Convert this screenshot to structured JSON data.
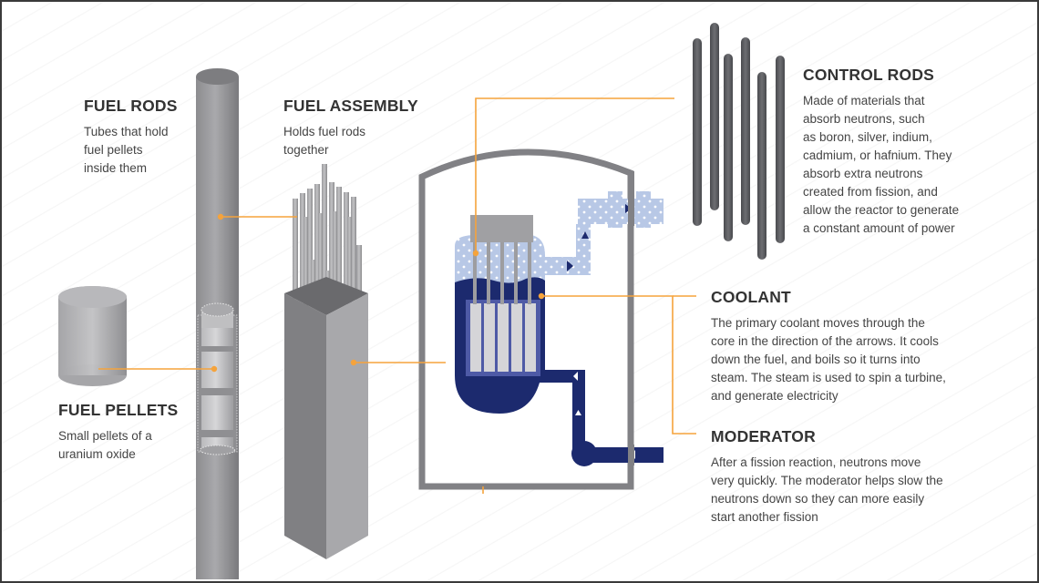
{
  "title": "Nuclear reactor components",
  "colors": {
    "leader": "#f5a33c",
    "coolant_dark": "#1c2a6e",
    "coolant_light": "#b8c8e6",
    "steel": "#8a8a8d",
    "control_rod": "#55565a"
  },
  "labels": {
    "fuel_rods": {
      "heading": "FUEL RODS",
      "lines": [
        "Tubes that hold",
        "fuel pellets",
        "inside them"
      ]
    },
    "fuel_assembly": {
      "heading": "FUEL ASSEMBLY",
      "lines": [
        "Holds fuel rods",
        "together"
      ]
    },
    "fuel_pellets": {
      "heading": "FUEL PELLETS",
      "lines": [
        "Small pellets of a",
        "uranium oxide"
      ]
    },
    "control_rods": {
      "heading": "CONTROL RODS",
      "lines": [
        "Made of materials that",
        "absorb neutrons, such",
        "as boron, silver, indium,",
        "cadmium, or hafnium. They",
        "absorb extra neutrons",
        "created from fission, and",
        "allow the reactor to generate",
        "a constant amount of power"
      ]
    },
    "coolant": {
      "heading": "COOLANT",
      "lines": [
        "The primary coolant moves through the",
        "core in the direction of the arrows. It cools",
        "down the fuel, and boils so it turns into",
        "steam. The steam is used to spin a turbine,",
        "and generate electricity"
      ]
    },
    "moderator": {
      "heading": "MODERATOR",
      "lines": [
        "After a fission reaction, neutrons move",
        "very quickly. The moderator helps slow the",
        "neutrons down so they can more easily",
        "start another fission"
      ]
    }
  }
}
